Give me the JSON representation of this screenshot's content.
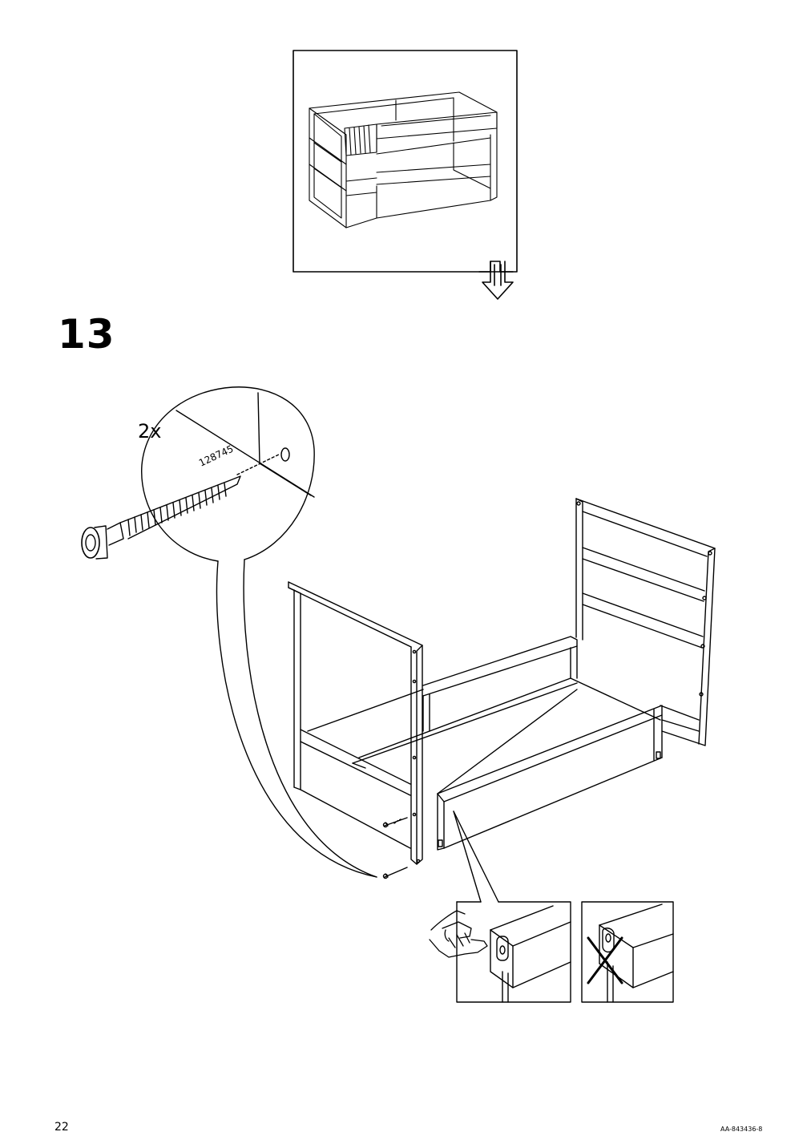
{
  "step": {
    "number": "13"
  },
  "screw": {
    "quantity": "2x",
    "article_number": "128745"
  },
  "footer": {
    "page_number": "22",
    "document_code": "AA-843436-8"
  },
  "icons": {
    "preview": "bunk-bed-preview-icon",
    "turn_over": "turn-over-arrow-icon",
    "screw": "screw-icon",
    "correct": "hand-check-icon",
    "incorrect": "cross-icon"
  }
}
